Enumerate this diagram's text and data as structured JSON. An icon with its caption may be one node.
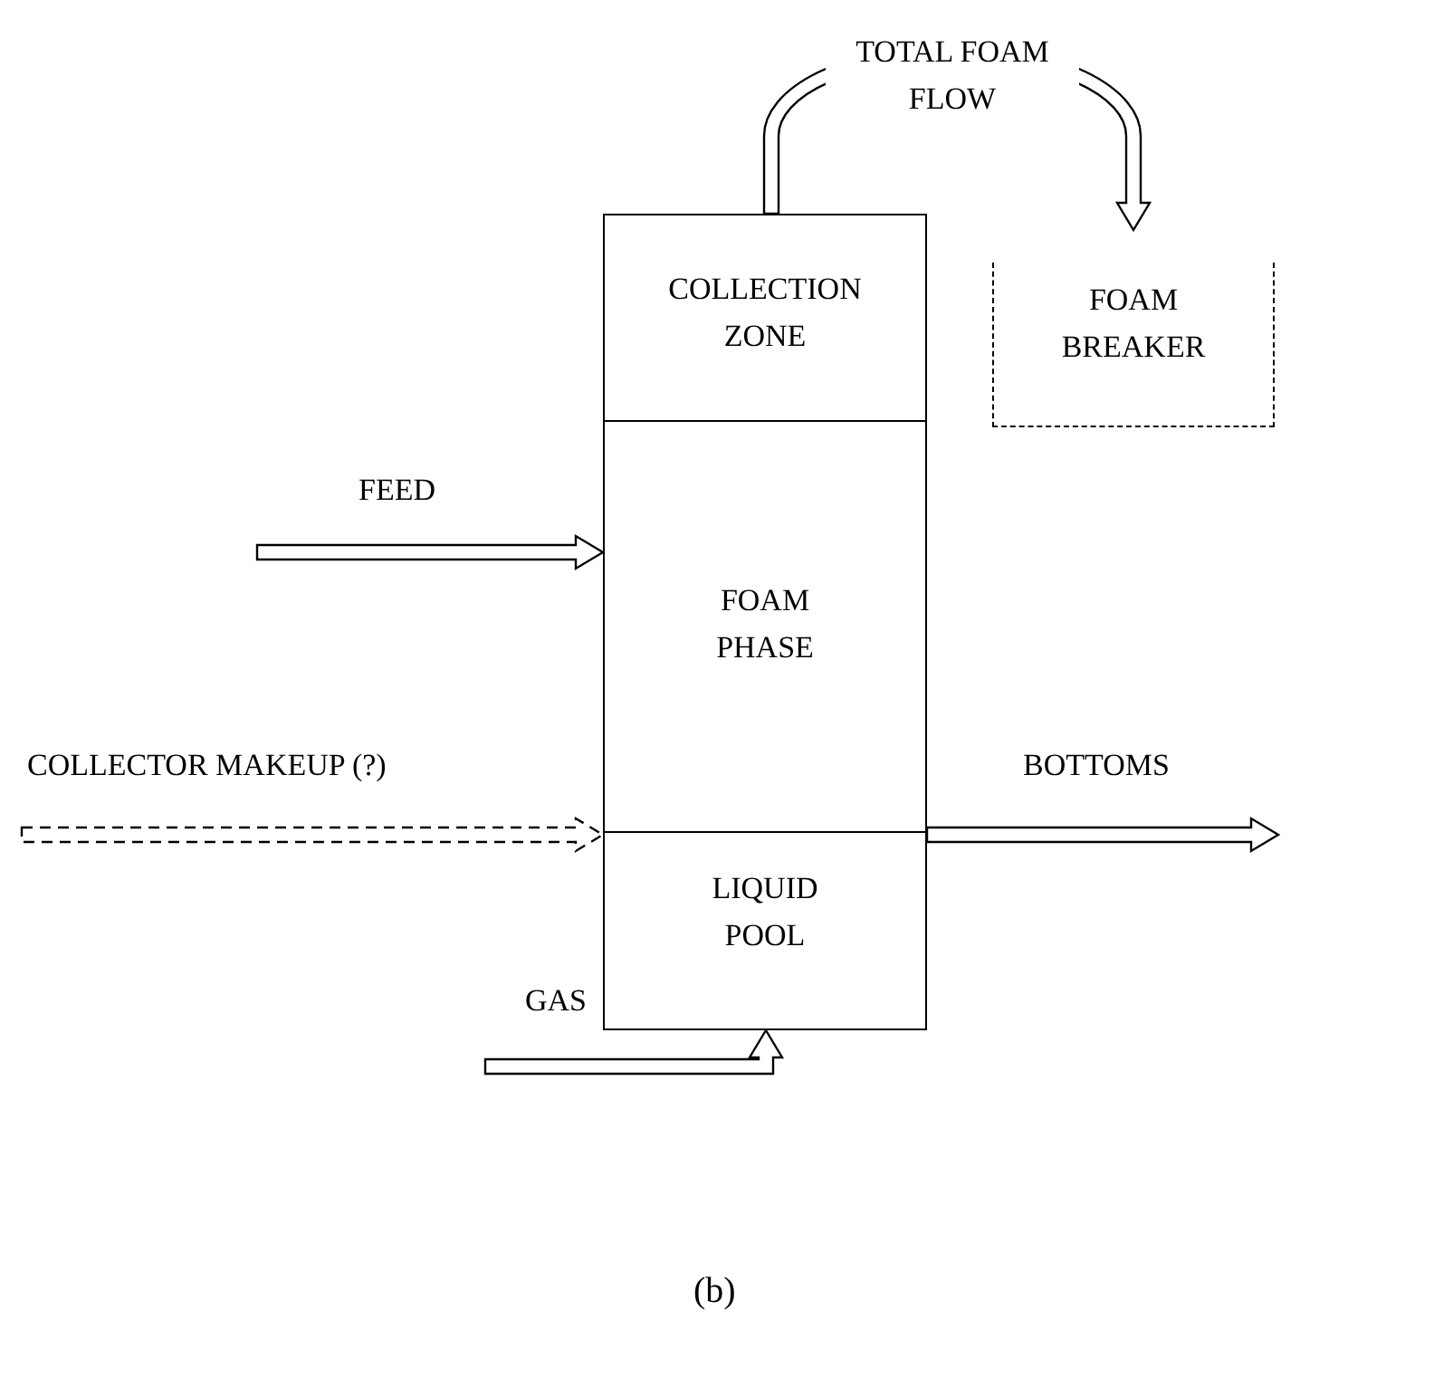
{
  "diagram": {
    "caption": "(b)",
    "nodes": [
      {
        "text": [
          "COLLECTION ZONE"
        ]
      },
      {
        "text": [
          "FOAM PHASE"
        ]
      },
      {
        "text": [
          "LIQUID POOL"
        ]
      },
      {
        "text": [
          "FOAM BREAKER"
        ]
      }
    ],
    "edges": [
      {
        "from": 0,
        "to": 3,
        "arrow": "to",
        "label": "TOTAL FOAM FLOW"
      },
      {
        "from": null,
        "to": 1,
        "arrow": "to",
        "label": "FEED"
      },
      {
        "from": null,
        "to": 2,
        "arrow": "to",
        "label": "COLLECTOR MAKEUP (?)",
        "style": "dashed"
      },
      {
        "from": 2,
        "to": null,
        "arrow": "to",
        "label": "BOTTOMS"
      },
      {
        "from": null,
        "to": 2,
        "arrow": "to",
        "label": "GAS"
      }
    ]
  }
}
